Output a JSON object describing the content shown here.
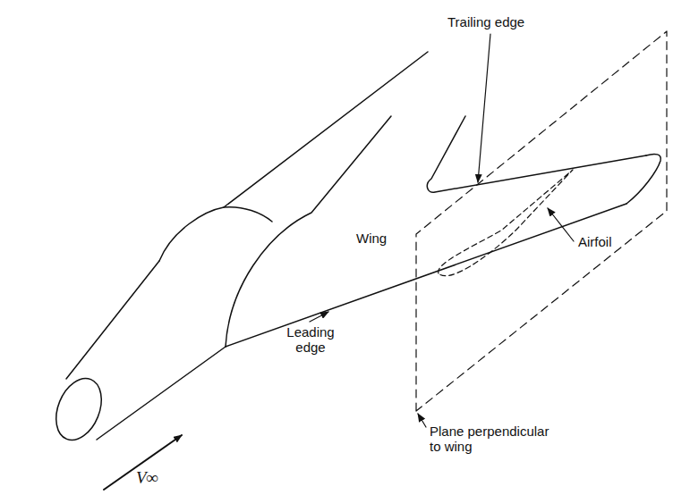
{
  "diagram": {
    "labels": [
      "Trailing edge",
      "Wing",
      "Airfoil",
      "Leading edge",
      "Plane perpendicular to wing",
      "V∞"
    ]
  }
}
